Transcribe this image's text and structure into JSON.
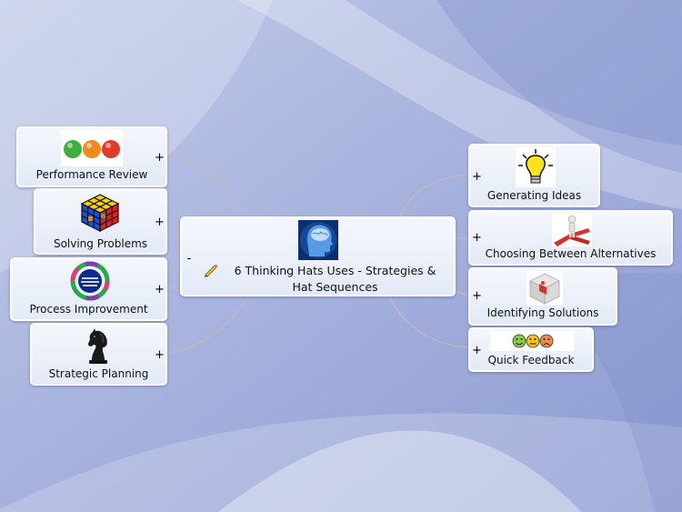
{
  "central": {
    "title": "6 Thinking Hats Uses - Strategies & Hat Sequences",
    "toggle": "-",
    "image_icon": "brain-head-icon",
    "note_icon": "pencil-icon"
  },
  "left_topics": [
    {
      "label": "Performance Review",
      "toggle": "+",
      "image_icon": "traffic-light-balls-icon"
    },
    {
      "label": "Solving Problems",
      "toggle": "+",
      "image_icon": "rubiks-cube-icon"
    },
    {
      "label": "Process Improvement",
      "toggle": "+",
      "image_icon": "process-cycle-icon"
    },
    {
      "label": "Strategic Planning",
      "toggle": "+",
      "image_icon": "chess-knight-icon"
    }
  ],
  "right_topics": [
    {
      "label": "Generating Ideas",
      "toggle": "+",
      "image_icon": "light-bulb-icon"
    },
    {
      "label": "Choosing Between Alternatives",
      "toggle": "+",
      "image_icon": "figure-crossroads-icon"
    },
    {
      "label": "Identifying Solutions",
      "toggle": "+",
      "image_icon": "puzzle-cube-icon"
    },
    {
      "label": "Quick Feedback",
      "toggle": "+",
      "image_icon": "smiley-faces-icon"
    }
  ],
  "colors": {
    "background": "#a6b1dc",
    "node_fill": "#eef2fa",
    "node_border": "#ffffff",
    "connector": "#c9b9b1"
  }
}
